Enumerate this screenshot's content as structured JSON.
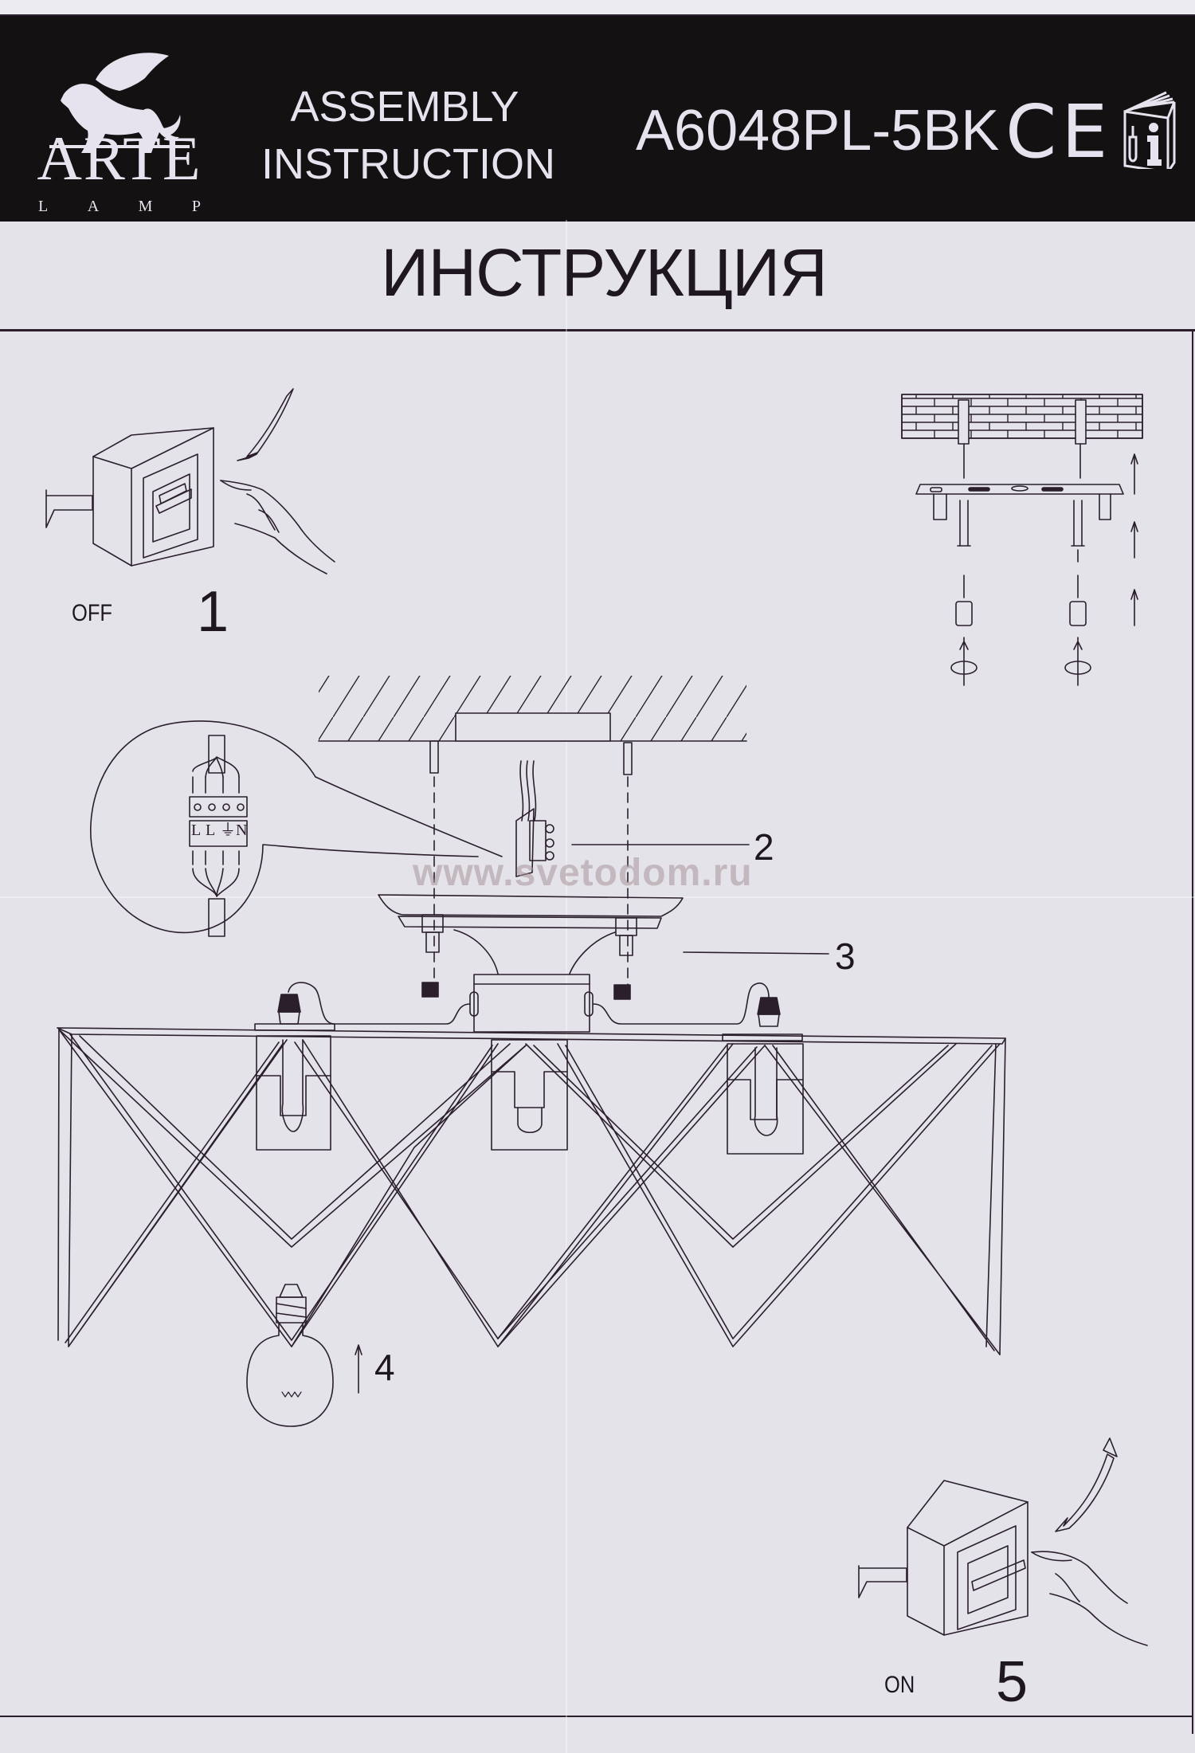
{
  "header": {
    "brand": {
      "name": "ARTE",
      "sub_letters": [
        "L",
        "A",
        "M",
        "P"
      ]
    },
    "title_line1": "ASSEMBLY",
    "title_line2": "INSTRUCTION",
    "model_code": "A6048PL-5BK",
    "certification_mark": "CE",
    "icons": [
      "griffin-logo-icon",
      "ce-mark-icon",
      "read-instructions-book-icon"
    ]
  },
  "document": {
    "title": "ИНСТРУКЦИЯ",
    "watermark": "www.svetodom.ru"
  },
  "steps": [
    {
      "number": "1",
      "label": "OFF",
      "description_icon": "light-switch-off-icon"
    },
    {
      "number": "2",
      "label": "",
      "description_icon": "terminal-block-icon"
    },
    {
      "number": "3",
      "label": "",
      "description_icon": "canopy-mount-icon"
    },
    {
      "number": "4",
      "label": "",
      "description_icon": "light-bulb-icon"
    },
    {
      "number": "5",
      "label": "ON",
      "description_icon": "light-switch-on-icon"
    }
  ],
  "wiring_detail": {
    "terminal_labels": [
      "L",
      "L",
      "⏚",
      "N"
    ]
  },
  "colors": {
    "header_bg": "#131112",
    "header_text": "#e6e2ee",
    "paper": "#e4e3ea",
    "ink": "#2a1f2a",
    "watermark": "#aa969b"
  }
}
